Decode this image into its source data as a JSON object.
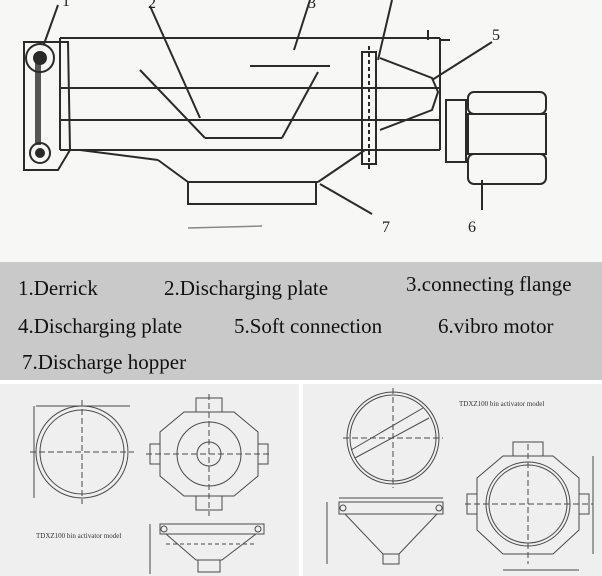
{
  "callouts": [
    "1",
    "2",
    "3",
    "5",
    "6",
    "7"
  ],
  "legend": [
    "1.Derrick",
    "2.Discharging plate",
    "3.connecting flange",
    "4.Discharging plate",
    "5.Soft connection",
    "6.vibro motor",
    "7.Discharge hopper"
  ],
  "left_drawing": {
    "model_label": "TDXZ100 bin activator model"
  },
  "right_drawing": {
    "model_label": "TDXZ100 bin activator model"
  }
}
